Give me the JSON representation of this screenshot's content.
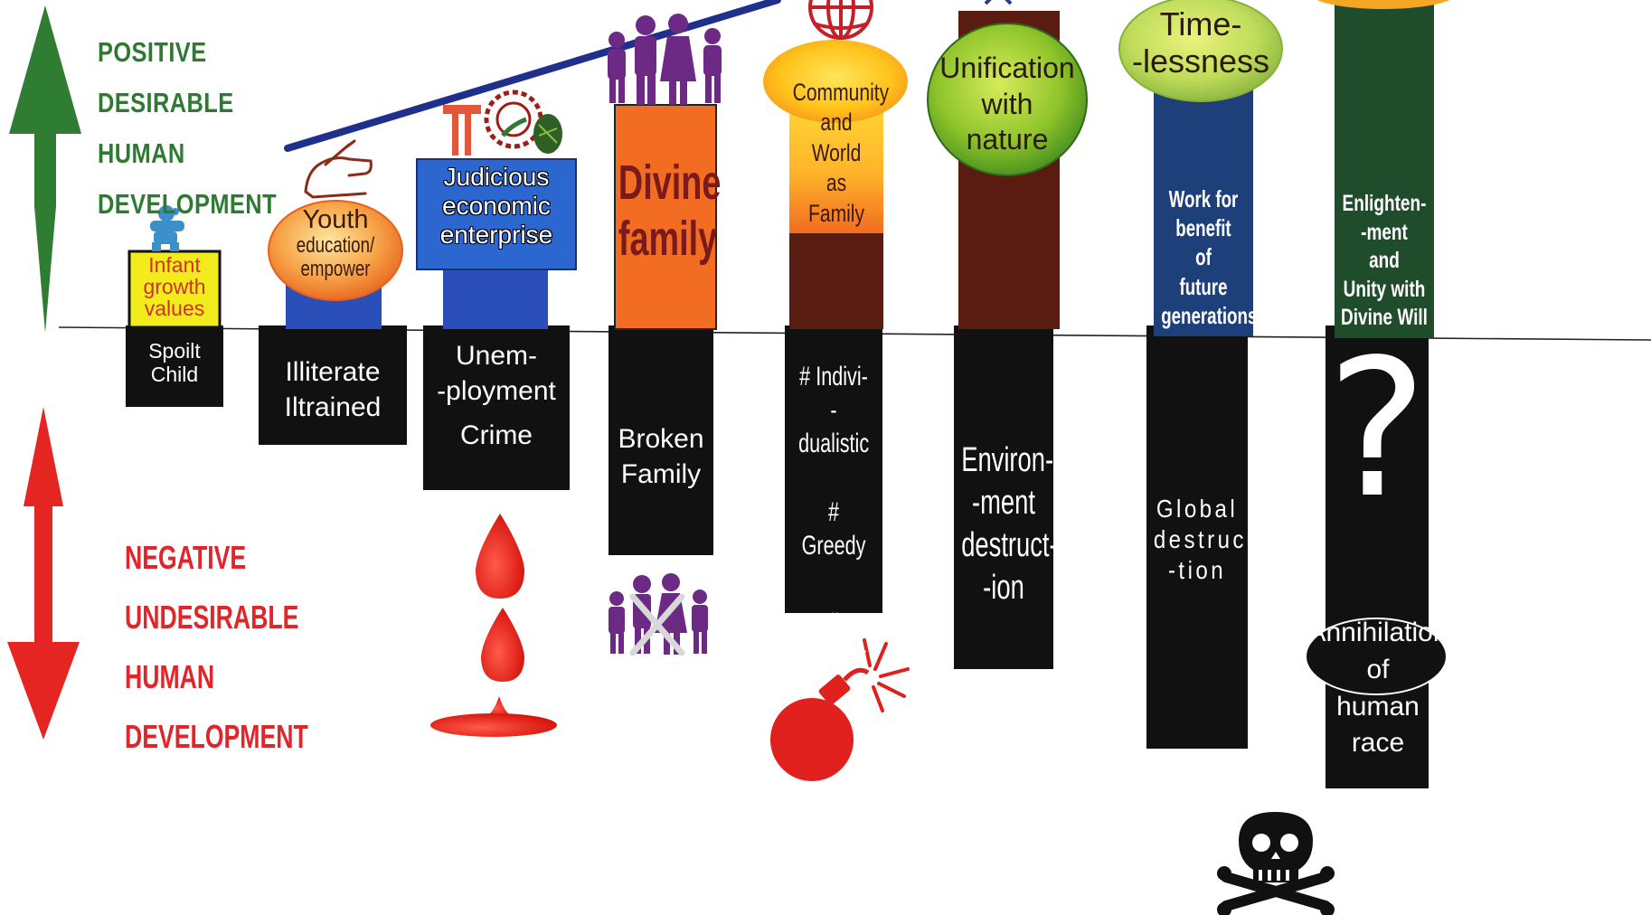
{
  "colors": {
    "positive_arrow": "#2e7d32",
    "negative_arrow": "#e52521",
    "positive_text": "#2f7a32",
    "negative_text": "#e0262a",
    "bar_black": "#111111",
    "bar_blue": "#2b4fb8",
    "bar_orange": "#f26c22",
    "bar_maroon": "#5a1c10",
    "bar_navy": "#1d3f7a",
    "bar_darkgreen": "#1f4d2c",
    "trend_line": "#1f2f8c",
    "drop_red": "#e0201c",
    "figures_purple": "#6d2a84"
  },
  "labels": {
    "positive": [
      "POSITIVE",
      "DESIRABLE",
      "HUMAN",
      "DEVELOPMENT"
    ],
    "negative": [
      "NEGATIVE",
      "UNDESIRABLE",
      "HUMAN",
      "DEVELOPMENT"
    ]
  },
  "stages": [
    {
      "positive": [
        "Infant",
        "growth",
        "values"
      ],
      "negative": [
        "Spoilt",
        "Child"
      ]
    },
    {
      "positive": [
        "Youth",
        "education/",
        "empower"
      ],
      "negative": [
        "Illiterate",
        "Iltrained"
      ]
    },
    {
      "positive": [
        "Judicious",
        "economic",
        "enterprise"
      ],
      "negative": [
        "Unem-",
        "-ployment",
        "Crime"
      ]
    },
    {
      "positive": [
        "Divine",
        "family"
      ],
      "negative": [
        "Broken",
        "Family"
      ]
    },
    {
      "positive": [
        "Community",
        "and",
        "World",
        "as",
        "Family"
      ],
      "negative": [
        "# Indivi-",
        "-dualistic",
        "# Greedy",
        "# Corrupt"
      ]
    },
    {
      "positive": [
        "Unification",
        "with",
        "nature"
      ],
      "negative": [
        "Environ-",
        "-ment",
        "destruct-",
        "-ion"
      ]
    },
    {
      "positive": [
        "Time-",
        "-lessness",
        "Work for",
        "benefit",
        "of",
        "future",
        "generations"
      ],
      "negative": [
        "Global",
        "destruc-",
        "-tion"
      ]
    },
    {
      "positive": [
        "Enlighten-",
        "-ment",
        "and",
        "Unity with",
        "Divine Will"
      ],
      "negative": [
        "?",
        "Annihilation",
        "of",
        "human",
        "race"
      ]
    }
  ],
  "icons": [
    "baby-icon",
    "hand-writing-icon",
    "tools-sun-icon",
    "family-icon",
    "globe-icon",
    "sun-icon",
    "blood-drop-icon",
    "broken-family-icon",
    "bomb-icon",
    "skull-crossbones-icon"
  ]
}
